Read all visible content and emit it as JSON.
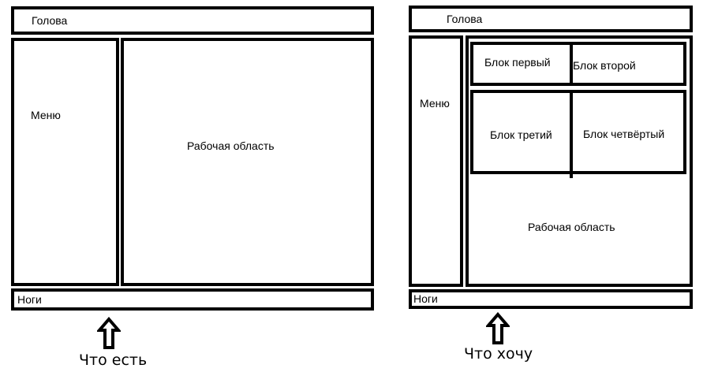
{
  "current": {
    "header_label": "Голова",
    "menu_label": "Меню",
    "workspace_label": "Рабочая область",
    "footer_label": "Ноги",
    "caption": "Что есть"
  },
  "desired": {
    "header_label": "Голова",
    "menu_label": "Меню",
    "block1_label": "Блок первый",
    "block2_label": "Блок второй",
    "block3_label": "Блок третий",
    "block4_label": "Блок четвёртый",
    "workspace_label": "Рабочая область",
    "footer_label": "Ноги",
    "caption": "Что хочу"
  },
  "icons": {
    "arrow": "outline-up-arrow-icon"
  },
  "colors": {
    "stroke": "#000000",
    "background": "#ffffff"
  }
}
